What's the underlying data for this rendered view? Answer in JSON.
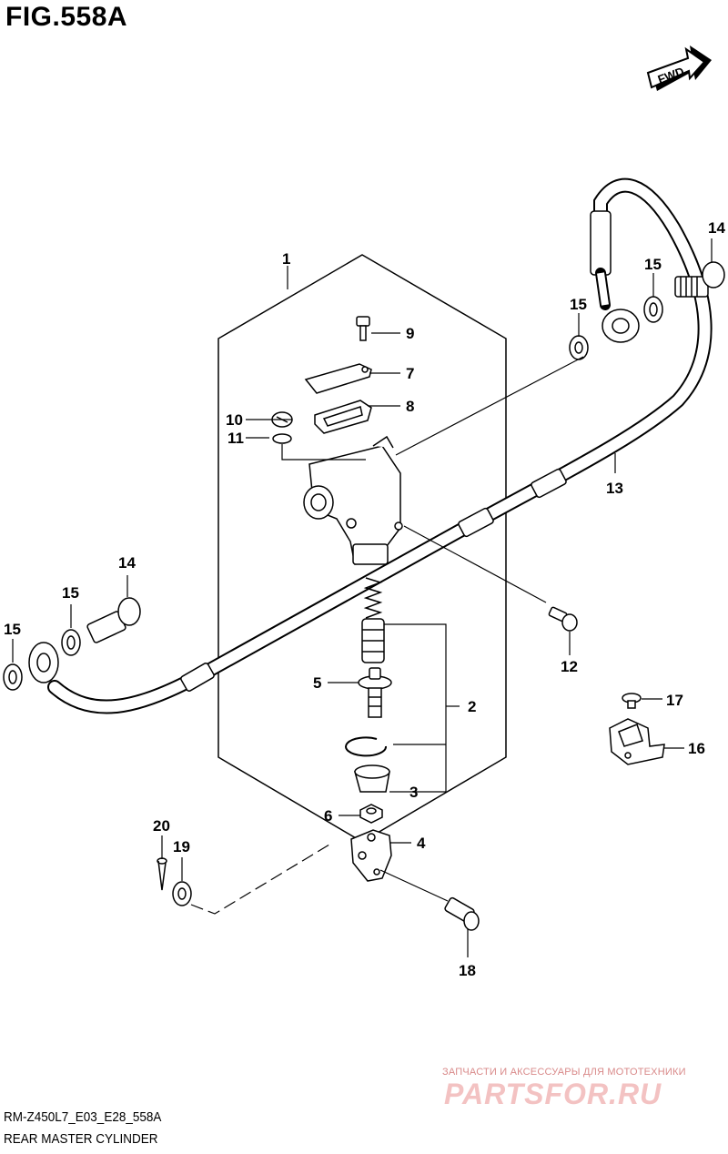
{
  "figure": {
    "title": "FIG.558A"
  },
  "fwd_label": "FWD",
  "callouts": [
    {
      "id": "c1",
      "text": "1"
    },
    {
      "id": "c2",
      "text": "2"
    },
    {
      "id": "c3",
      "text": "3"
    },
    {
      "id": "c4",
      "text": "4"
    },
    {
      "id": "c5",
      "text": "5"
    },
    {
      "id": "c6",
      "text": "6"
    },
    {
      "id": "c7",
      "text": "7"
    },
    {
      "id": "c8",
      "text": "8"
    },
    {
      "id": "c9",
      "text": "9"
    },
    {
      "id": "c10",
      "text": "10"
    },
    {
      "id": "c11",
      "text": "11"
    },
    {
      "id": "c12",
      "text": "12"
    },
    {
      "id": "c13",
      "text": "13"
    },
    {
      "id": "c14a",
      "text": "14"
    },
    {
      "id": "c14b",
      "text": "14"
    },
    {
      "id": "c15a",
      "text": "15"
    },
    {
      "id": "c15b",
      "text": "15"
    },
    {
      "id": "c15c",
      "text": "15"
    },
    {
      "id": "c15d",
      "text": "15"
    },
    {
      "id": "c16",
      "text": "16"
    },
    {
      "id": "c17",
      "text": "17"
    },
    {
      "id": "c18",
      "text": "18"
    },
    {
      "id": "c19",
      "text": "19"
    },
    {
      "id": "c20",
      "text": "20"
    }
  ],
  "footer": {
    "code": "RM-Z450L7_E03_E28_558A",
    "name": "REAR MASTER CYLINDER"
  },
  "watermark": {
    "line1": "ЗАПЧАСТИ И АКСЕССУАРЫ ДЛЯ МОТОТЕХНИКИ",
    "line2": "PARTSFOR.RU"
  }
}
